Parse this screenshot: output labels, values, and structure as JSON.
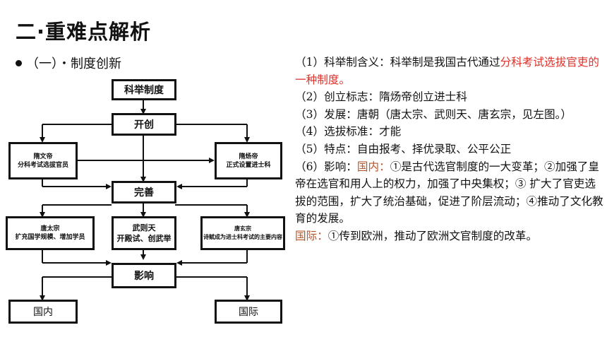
{
  "heading": "二·重难点解析",
  "section": "（一）・制度创新",
  "diagram": {
    "top": "科举制度",
    "create": "开创",
    "sui_wen": [
      "隋文帝",
      "分科考试选拔官员"
    ],
    "sui_yang": [
      "隋炀帝",
      "正式设置进士科"
    ],
    "improve": "完善",
    "tang_taizong": [
      "唐太宗",
      "扩充国学规模、增加学员"
    ],
    "wu_zetian": [
      "武则天",
      "开殿试、创武举"
    ],
    "tang_xuanzong": [
      "唐玄宗",
      "诗赋成为进士科考试的主要内容"
    ],
    "impact": "影响",
    "domestic": "国内",
    "international": "国际"
  },
  "text": {
    "p1_prefix": "（1）科举制含义：科举制是我国古代通过",
    "p1_highlight": "分科考试选拔官吏的一种制度。",
    "p2": "（2）创立标志：隋炀帝创立进士科",
    "p3": "（3）发展：唐朝（唐太宗、武则天、唐玄宗，见左图。）",
    "p4": "（4）选拔标准：才能",
    "p5": "（5）特点：自由报考、择优录取、公平公正",
    "p6_prefix": "（6）影响：",
    "p6_domestic_label": "国内：",
    "p6_body": "①是古代选官制度的一大变革；②加强了皇帝在选官和用人上的权力，加强了中央集权；③ 扩大了官吏选拔的范围，扩大了统治基础，促进了阶层流动；④推动了文化教育的发展。",
    "intl_label": "国际：",
    "intl_body": "①传到欧洲，推动了欧洲文官制度的改革。"
  },
  "colors": {
    "highlight_red": "#e0302a",
    "label_brown": "#b5562b"
  }
}
